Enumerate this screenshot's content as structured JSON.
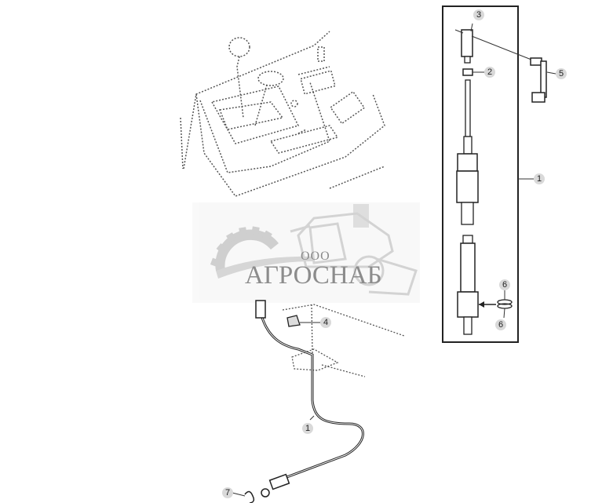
{
  "diagram": {
    "type": "exploded parts diagram",
    "subject": "control lever cable assembly in cab console",
    "callouts": [
      {
        "id": "c3",
        "label": "3",
        "part": "clevis / fork end"
      },
      {
        "id": "c2",
        "label": "2",
        "part": "lock nut"
      },
      {
        "id": "c5",
        "label": "5",
        "part": "lever / bell crank with pin"
      },
      {
        "id": "c1a",
        "label": "1",
        "part": "cable assembly (detail box)"
      },
      {
        "id": "c6a",
        "label": "6",
        "part": "retaining ring (upper)"
      },
      {
        "id": "c6b",
        "label": "6",
        "part": "retaining ring (lower)"
      },
      {
        "id": "c4",
        "label": "4",
        "part": "cable clip"
      },
      {
        "id": "c1b",
        "label": "1",
        "part": "cable assembly (installed)"
      },
      {
        "id": "c7",
        "label": "7",
        "part": "spring clip"
      }
    ]
  },
  "watermark": {
    "prefix": "ООО",
    "name": "АГРОСНАБ"
  },
  "colors": {
    "line": "#333333",
    "dotted": "#555555",
    "callout_bg": "#d9d9d9",
    "watermark": "#bdbdbd",
    "background": "#ffffff"
  }
}
